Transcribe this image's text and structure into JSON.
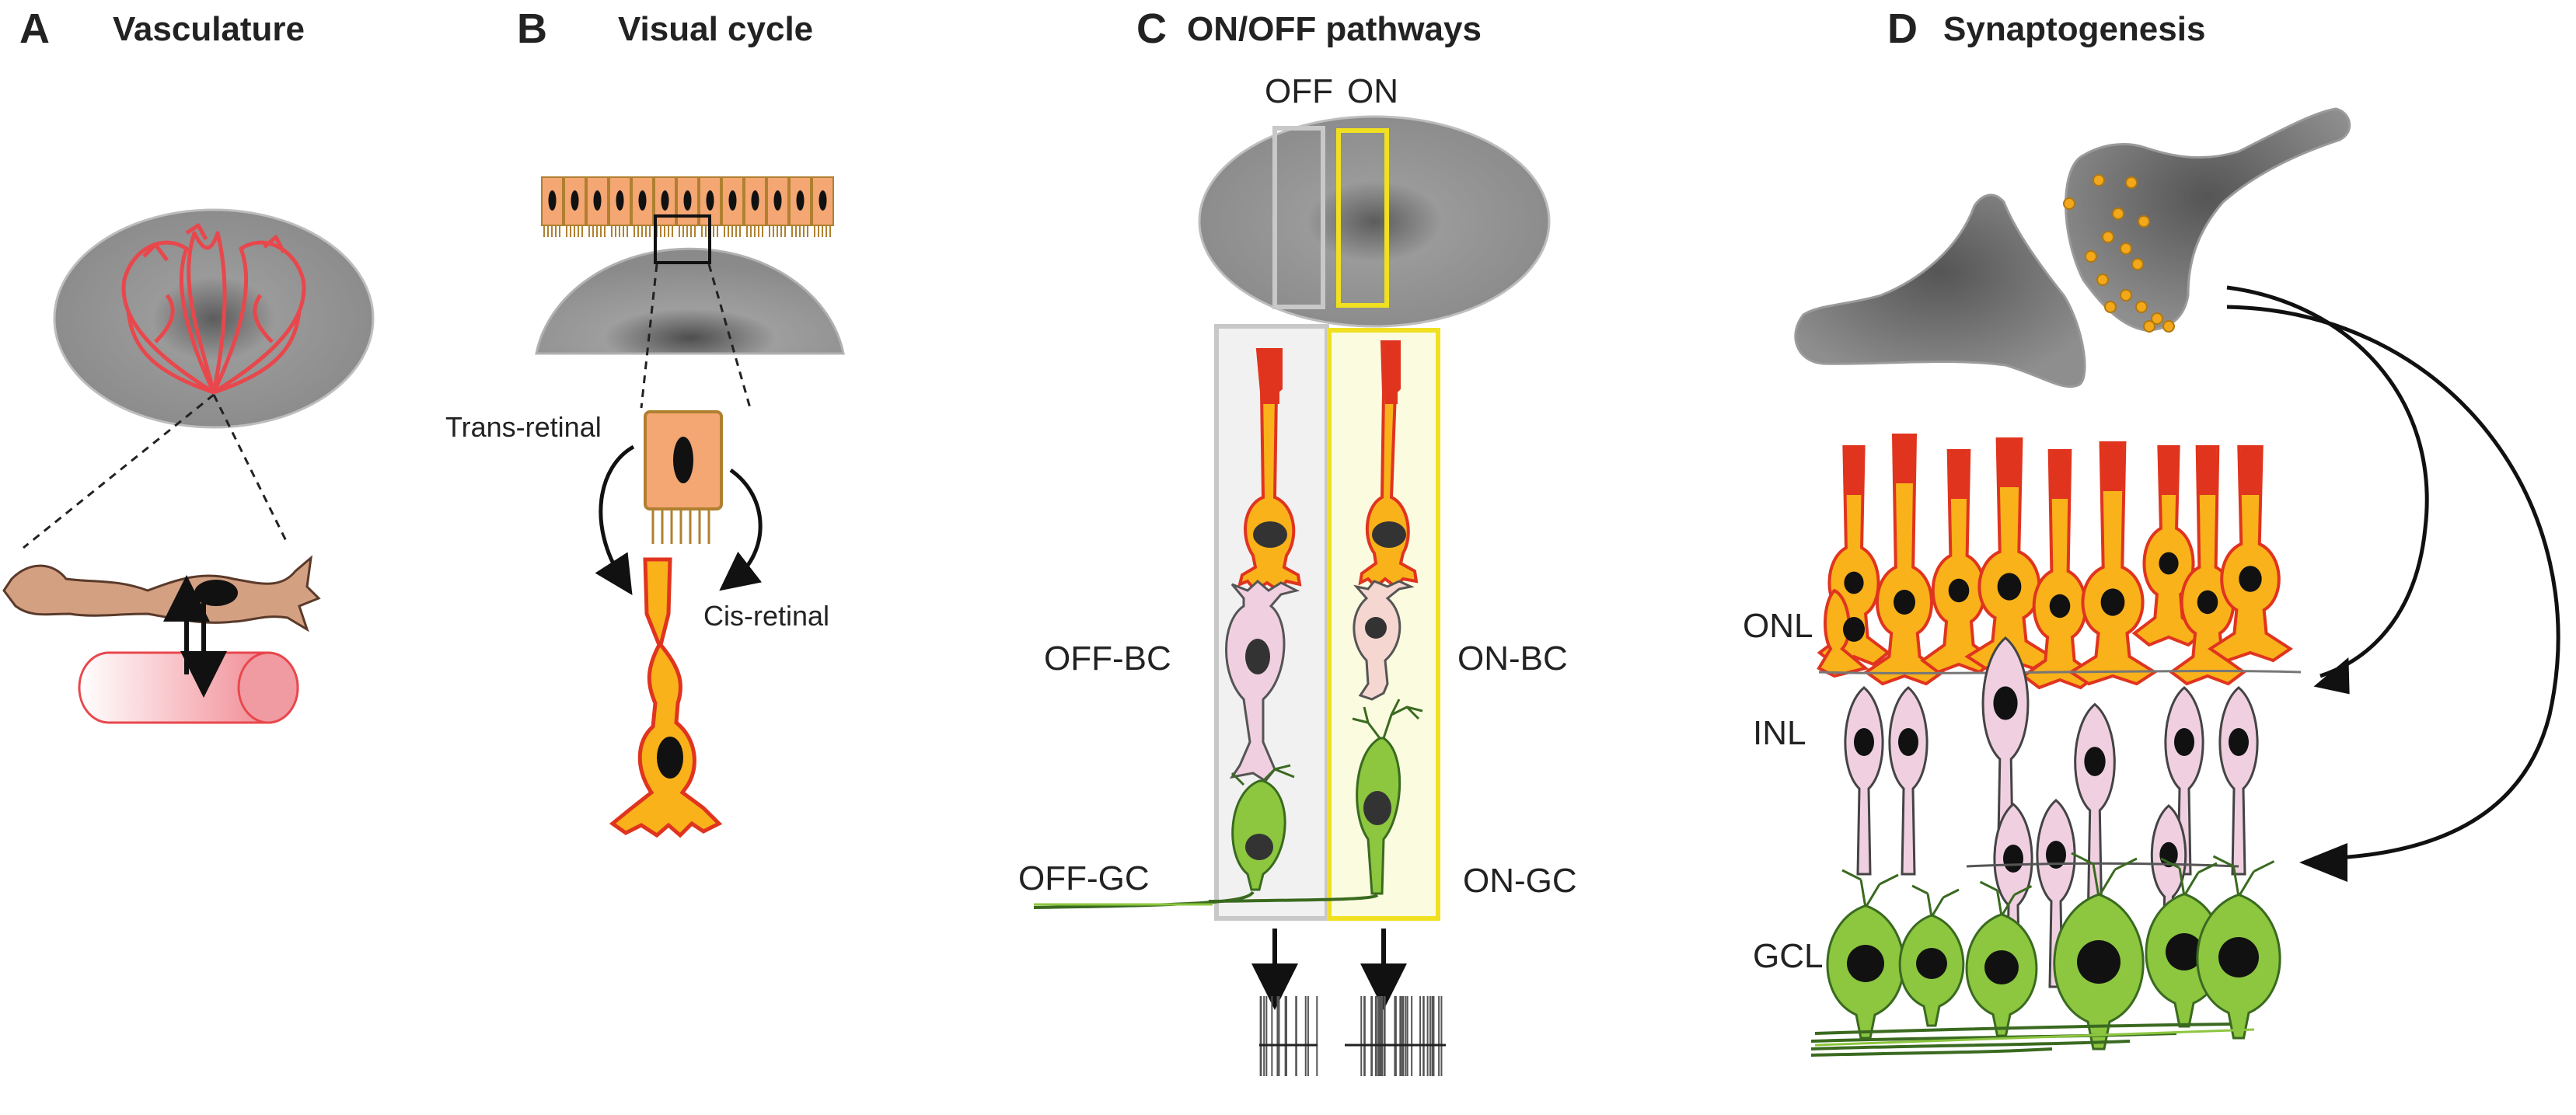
{
  "panels": {
    "a": {
      "letter": "A",
      "title": "Vasculature"
    },
    "b": {
      "letter": "B",
      "title": "Visual cycle",
      "trans_label": "Trans-retinal",
      "cis_label": "Cis-retinal"
    },
    "c": {
      "letter": "C",
      "title": "ON/OFF pathways",
      "off_label": "OFF",
      "on_label": "ON",
      "off_bc": "OFF-BC",
      "on_bc": "ON-BC",
      "off_gc": "OFF-GC",
      "on_gc": "ON-GC"
    },
    "d": {
      "letter": "D",
      "title": "Synaptogenesis",
      "onl": "ONL",
      "inl": "INL",
      "gcl": "GCL"
    }
  },
  "colors": {
    "vessel_red": "#e8474c",
    "rpe_orange": "#f4a673",
    "photoreceptor_yellow": "#f9b21a",
    "photoreceptor_outline": "#e0341f",
    "bipolar_pink": "#f0d0e0",
    "ganglion_green": "#8dc63f",
    "on_box_yellow": "#f0e020",
    "off_box_grey": "#c0c0c0",
    "eye_grey": "#8c8c8c"
  }
}
